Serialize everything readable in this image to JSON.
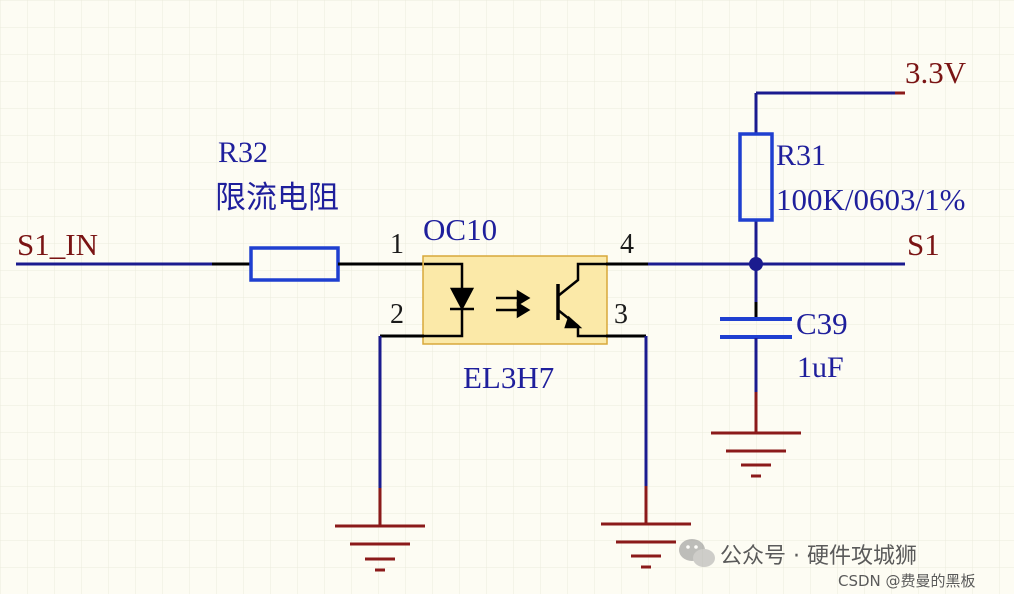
{
  "colors": {
    "background": "#fdfcf3",
    "grid": "#ecebdc",
    "wire": "#1b1b8f",
    "pin": "#000000",
    "ground": "#8b1a1a",
    "component_outline": "#1f3fd0",
    "opto_fill": "#fbe9a8",
    "opto_border": "#d8a83a",
    "net_label": "#7a1414",
    "designator": "#1f1f9c"
  },
  "nets": {
    "input": "S1_IN",
    "output": "S1",
    "supply": "3.3V"
  },
  "components": {
    "r32": {
      "designator": "R32",
      "comment": "限流电阻"
    },
    "oc10": {
      "designator": "OC10",
      "part": "EL3H7",
      "pins": [
        "1",
        "2",
        "3",
        "4"
      ]
    },
    "r31": {
      "designator": "R31",
      "value": "100K/0603/1%"
    },
    "c39": {
      "designator": "C39",
      "value": "1uF"
    }
  },
  "watermark": {
    "channel": "公众号 · 硬件攻城狮",
    "source": "CSDN @费曼的黑板",
    "icon": "wechat-icon"
  }
}
